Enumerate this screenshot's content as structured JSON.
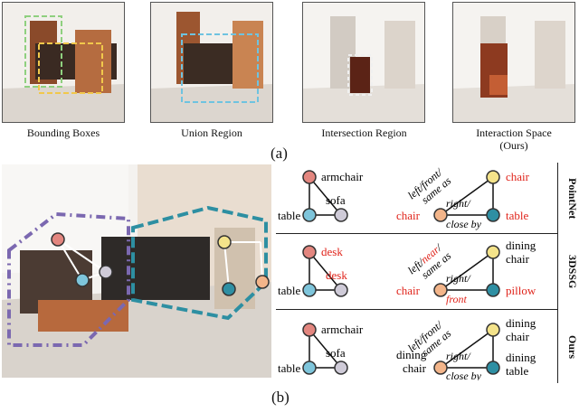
{
  "panel_a": {
    "label": "(a)",
    "captions": [
      "Bounding Boxes",
      "Union Region",
      "Intersection Region",
      "Interaction Space"
    ],
    "caption_4_line2": "(Ours)"
  },
  "panel_b": {
    "label": "(b)",
    "rows": [
      {
        "method": "PointNet",
        "nodes": {
          "top": "armchair",
          "right": "sofa",
          "left": "table"
        },
        "edge_top": "left/front/",
        "edge_top2": "same as",
        "edge_bottom": "right/",
        "edge_bottom2": "close by",
        "pair_left": "chair",
        "pair_right_top": "chair",
        "pair_right_bottom": "table"
      },
      {
        "method": "3DSSG",
        "nodes": {
          "top": "desk",
          "right": "desk",
          "left": "table"
        },
        "edge_top_a": "left/",
        "edge_top_b": "near",
        "edge_top_c": "/",
        "edge_top2": "same as",
        "edge_bottom": "right/",
        "edge_bottom2": "front",
        "pair_left": "chair",
        "pair_right_top_1": "dining",
        "pair_right_top_2": "chair",
        "pair_right_bottom": "pillow"
      },
      {
        "method": "Ours",
        "nodes": {
          "top": "armchair",
          "right": "sofa",
          "left": "table"
        },
        "edge_top": "left/front/",
        "edge_top2": "same as",
        "edge_bottom": "right/",
        "edge_bottom2": "close by",
        "pair_left_1": "dining",
        "pair_left_2": "chair",
        "pair_right_top_1": "dining",
        "pair_right_top_2": "chair",
        "pair_right_bottom_1": "dining",
        "pair_right_bottom_2": "table"
      }
    ]
  },
  "colors": {
    "node_red": "#e3867f",
    "node_blue": "#7ec5db",
    "node_gray": "#cfcbd8",
    "node_orange": "#f3b58a",
    "node_yellow": "#f4e38a",
    "node_teal": "#2e8fa3",
    "error_red": "#e0241b",
    "box_purple": "#7b68b0",
    "box_teal": "#2d8fa2"
  }
}
